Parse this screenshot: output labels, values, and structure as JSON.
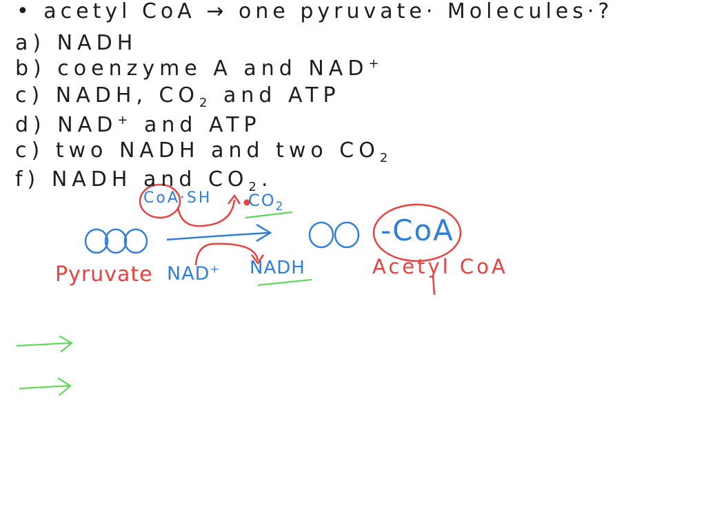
{
  "question": {
    "title": "• acetyl CoA → one pyruvate· Molecules·?"
  },
  "options": [
    {
      "prefix": "a)",
      "text": "NADH",
      "sup": "",
      "tail": ""
    },
    {
      "prefix": "b)",
      "text": "coenzyme A and NAD",
      "sup": "+",
      "tail": ""
    },
    {
      "prefix": "c)",
      "text": "NADH, CO",
      "sub": "2",
      "tail": " and ATP"
    },
    {
      "prefix": "d)",
      "text": "NAD",
      "sup": "+",
      "tail": " and ATP"
    },
    {
      "prefix": "c)",
      "text": "two NADH and two CO",
      "sub": "2",
      "tail": ""
    },
    {
      "prefix": "f)",
      "text": "NADH and CO",
      "sub": "2",
      "tail": "."
    }
  ],
  "diagram": {
    "coa_sh": "CoA·SH",
    "co2": "CO",
    "co2_sub": "2",
    "pyruvate": "Pyruvate",
    "nad": "NAD",
    "nad_sup": "+",
    "nadh": "NADH",
    "product_coa": "-CoA",
    "acetyl_coa": "Acetyl CoA"
  },
  "colors": {
    "ink_black": "#1d1d1d",
    "ink_red": "#e8413f",
    "ink_blue": "#2f7fd8",
    "ink_green": "#4dd94a"
  }
}
